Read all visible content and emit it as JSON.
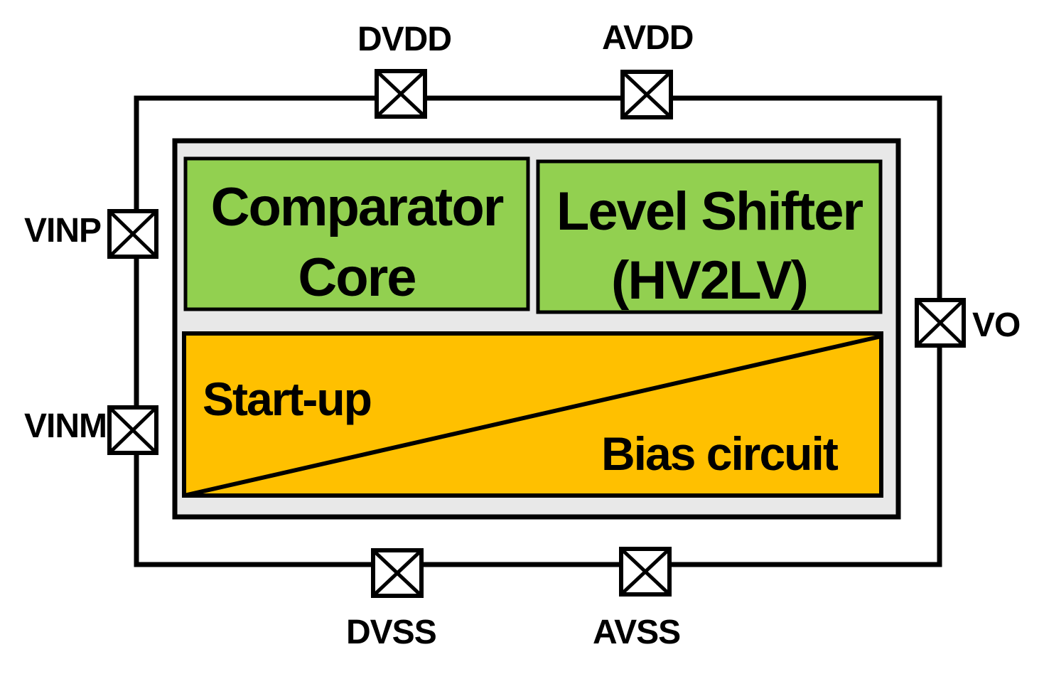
{
  "pins": {
    "dvdd": "DVDD",
    "avdd": "AVDD",
    "dvss": "DVSS",
    "avss": "AVSS",
    "vinp": "VINP",
    "vinm": "VINM",
    "vo": "VO"
  },
  "blocks": {
    "comparator": {
      "line1": "Comparator",
      "line2": "Core"
    },
    "level_shifter": {
      "line1": "Level Shifter",
      "line2": "(HV2LV)"
    },
    "startup": "Start-up",
    "bias": "Bias circuit"
  },
  "colors": {
    "green_block": "#92d050",
    "orange_block": "#ffc000",
    "inner_frame": "#e8e8e8",
    "line": "#000000"
  }
}
